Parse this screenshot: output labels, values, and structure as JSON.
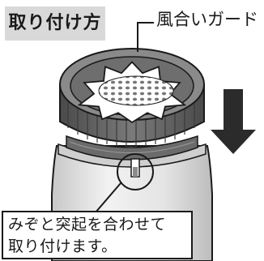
{
  "title": "取り付け方",
  "guard_label": "風合いガード",
  "note": {
    "line1": "みぞと突起を合わせて",
    "line2": "取り付けます。"
  },
  "colors": {
    "title_bg": "#d9d9d9",
    "outline": "#1a1a1a",
    "ring_dark": "#5a5a5a",
    "ring_mid": "#8c8c8c",
    "bottle": "#dedede",
    "arrow": "#2b2b2b"
  },
  "icons": [
    "down-arrow-icon"
  ]
}
